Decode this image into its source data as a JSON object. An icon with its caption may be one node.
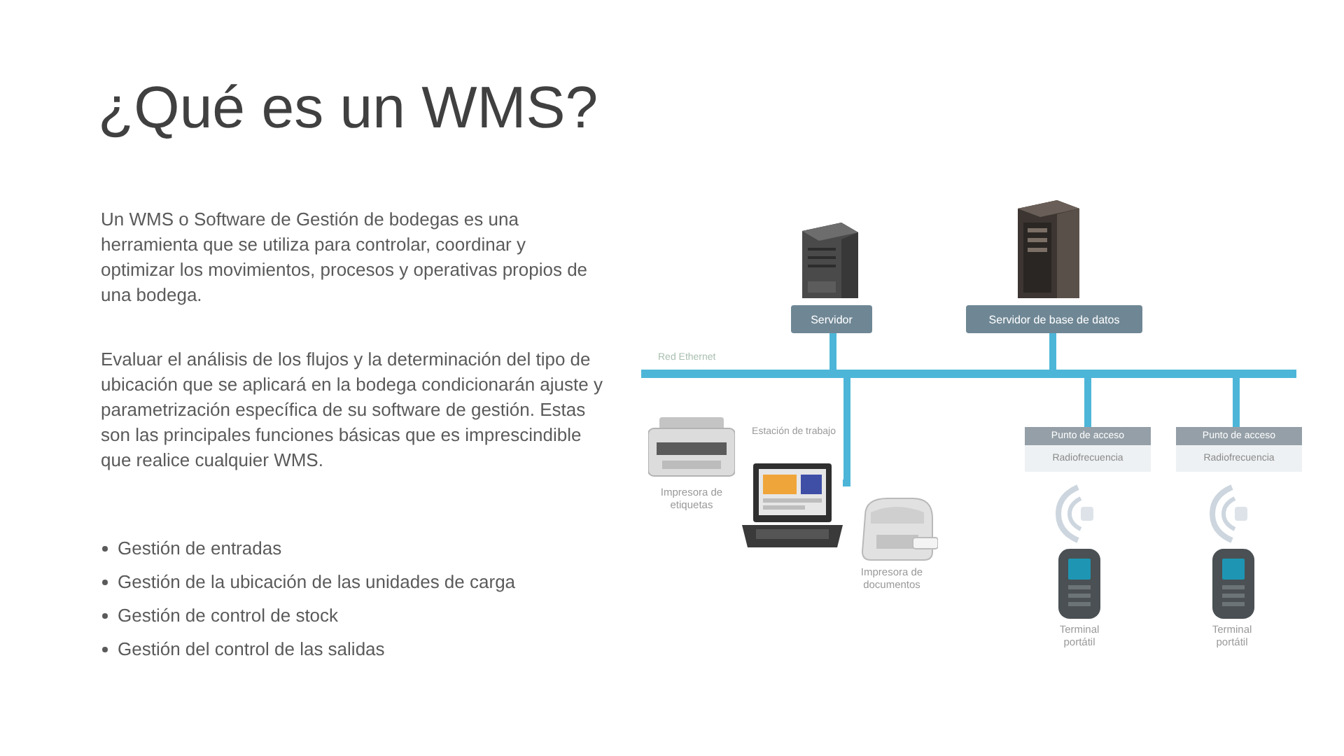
{
  "diagram": {
    "title": "¿Qué es un WMS?",
    "nodes": [
      {
        "text": [
          "Servidor"
        ]
      },
      {
        "text": [
          "Servidor de base de datos"
        ]
      },
      {
        "text": [],
        "shape": "bar",
        "beside": [
          "Red Ethernet"
        ]
      },
      {
        "text": [],
        "shape": "picture",
        "beside": [
          "Estación de trabajo"
        ]
      },
      {
        "text": [
          "Punto de acceso",
          "Radiofrecuencia"
        ]
      },
      {
        "text": [
          "Punto de acceso",
          "Radiofrecuencia"
        ]
      }
    ],
    "edges": [
      {
        "from": 0,
        "to": 2,
        "arrow": "none"
      },
      {
        "from": 1,
        "to": 2,
        "arrow": "none"
      },
      {
        "from": 2,
        "to": 3,
        "arrow": "none"
      },
      {
        "from": 2,
        "to": 4,
        "arrow": "none"
      },
      {
        "from": 2,
        "to": 5,
        "arrow": "none"
      }
    ],
    "labels": [
      "Un WMS o Software de Gestión de bodegas es una herramienta que se utiliza para controlar, coordinar y optimizar los movimientos, procesos y operativas propios de una bodega.",
      "Evaluar el análisis de los flujos y la determinación del tipo de ubicación que se aplicará en la bodega condicionarán ajuste y parametrización específica de su software de gestión. Estas son las principales funciones básicas que es imprescindible que realice cualquier WMS.",
      "Gestión de entradas",
      "Gestión de la ubicación de las unidades de carga",
      "Gestión de control de stock",
      "Gestión del control de las salidas",
      "Impresora de etiquetas",
      "Impresora de documentos",
      "Terminal portátil",
      "Terminal portátil"
    ]
  }
}
